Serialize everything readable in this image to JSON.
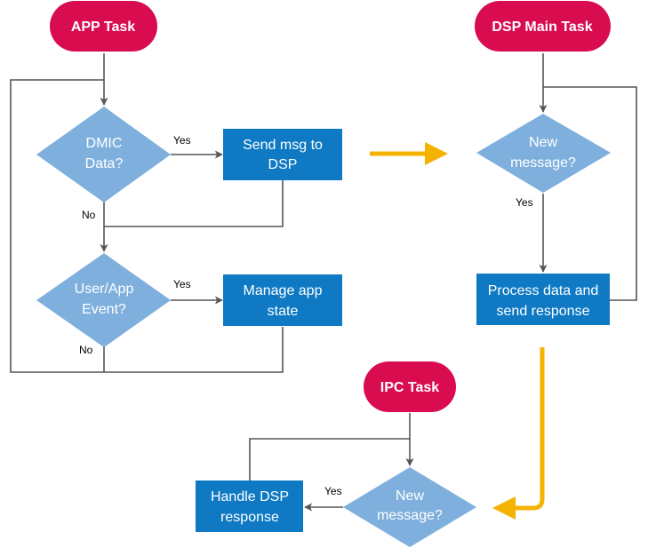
{
  "colors": {
    "terminator": "#d80c4e",
    "process": "#0f7ac3",
    "decision": "#7fb0dd",
    "connector": "#555555",
    "flow_arrow": "#f5b301"
  },
  "app_task": {
    "start": "APP Task",
    "decision1": [
      "DMIC",
      "Data?"
    ],
    "decision1_yes": "Yes",
    "decision1_no": "No",
    "send": [
      "Send msg to",
      "DSP"
    ],
    "decision2": [
      "User/App",
      "Event?"
    ],
    "decision2_yes": "Yes",
    "decision2_no": "No",
    "manage": [
      "Manage app",
      "state"
    ]
  },
  "dsp_task": {
    "start": "DSP Main Task",
    "decision": [
      "New",
      "message?"
    ],
    "yes": "Yes",
    "process": [
      "Process data and",
      "send response"
    ]
  },
  "ipc_task": {
    "start": "IPC Task",
    "decision": [
      "New",
      "message?"
    ],
    "yes": "Yes",
    "handle": [
      "Handle DSP",
      "response"
    ]
  }
}
